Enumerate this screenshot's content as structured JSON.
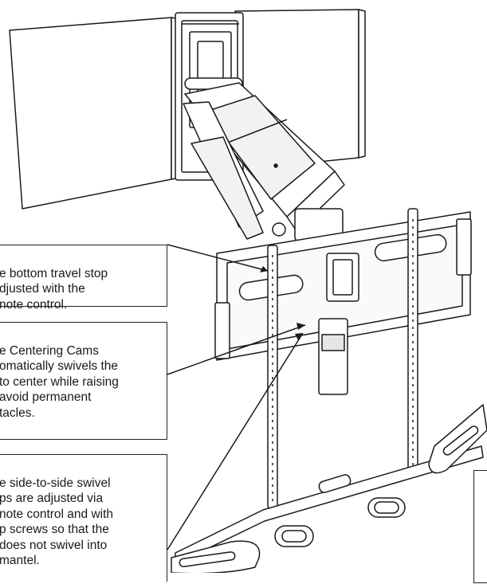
{
  "callouts": [
    {
      "text": "e bottom travel stop\ndjusted with the\nnote control."
    },
    {
      "text": "e Centering Cams\nomatically swivels the\nto center while raising\navoid permanent\ntacles."
    },
    {
      "text": "e side-to-side swivel\nps are adjusted via\nnote control and with\np screws so that the\ndoes not swivel into\n mantel."
    }
  ],
  "colors": {
    "stroke": "#1a1a1a",
    "panel": "#ffffff",
    "shade": "#d9d9d9"
  }
}
